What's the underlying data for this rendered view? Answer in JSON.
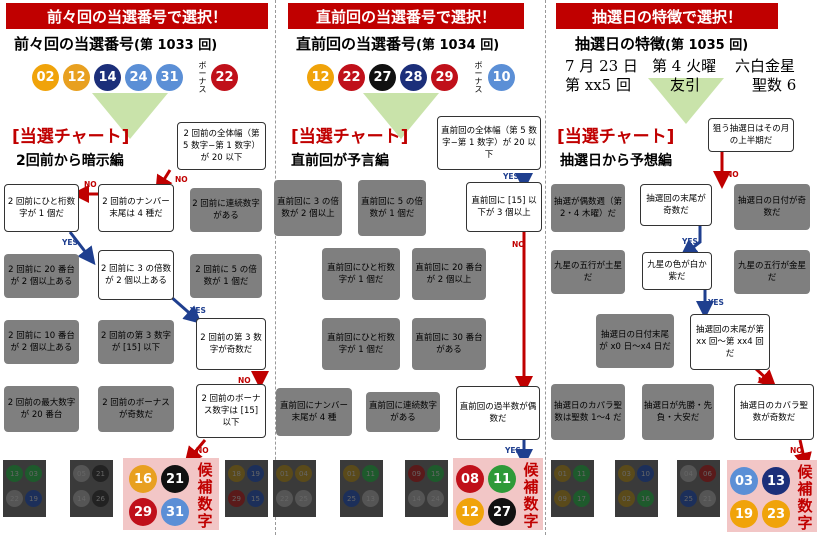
{
  "colors": {
    "red": "#c00000",
    "blue": "#1f3f8f",
    "green_triangle": "#c9e3aa",
    "gray_box": "#7f7f7f",
    "yellow": "#f0a30a",
    "orange": "#e8a020",
    "navy": "#1c2f7a",
    "light_blue": "#5b8fd6",
    "black": "#111111",
    "dark_red": "#c0101a",
    "green": "#2e9a38",
    "pink_bg": "#f2c6c6"
  },
  "yes": "YES",
  "no": "NO",
  "col1": {
    "banner": "前々回の当選番号で選択！",
    "title": "前々回の当選番号",
    "round": "(第 1033 回)",
    "balls": [
      "02",
      "12",
      "14",
      "24",
      "31"
    ],
    "bonus_label": "ボーナス",
    "bonus": "22",
    "chart_heading": "[当選チャート]",
    "sub_heading": "2回前から暗示編",
    "top_box": "2 回前の全体幅（第 5 数字−第 1 数字）が 20 以下",
    "row1_left": "2 回前にひと桁数字が 1 個だ",
    "row1_mid": "2 回前のナンバー末尾は 4 種だ",
    "row1_right": "2 回前に連続数字がある",
    "row2_left": "2 回前に 20 番台が 2 個以上ある",
    "row2_mid": "2 回前に 3 の倍数が 2 個以上ある",
    "row2_right": "2 回前に 5 の倍数が 1 個だ",
    "row3_left": "2 回前に 10 番台が 2 個以上ある",
    "row3_mid": "2 回前の第 3 数字が [15] 以下",
    "row3_right": "2 回前の第 3 数字が奇数だ",
    "row4_left": "2 回前の最大数字が 20 番台",
    "row4_mid": "2 回前のボーナスが奇数だ",
    "row4_right": "2 回前のボーナス数字は [15] 以下",
    "dim_sq1": [
      "13",
      "03",
      "22",
      "19"
    ],
    "dim_sq2": [
      "05",
      "21",
      "14",
      "26"
    ],
    "dim_sq4": [
      "18",
      "19",
      "29",
      "15"
    ],
    "cand_label": "候補数字",
    "cand": [
      "16",
      "21",
      "29",
      "31"
    ]
  },
  "col2": {
    "banner": "直前回の当選番号で選択！",
    "title": "直前回の当選番号",
    "round": "(第 1034 回)",
    "balls": [
      "12",
      "22",
      "27",
      "28",
      "29"
    ],
    "bonus_label": "ボーナス",
    "bonus": "10",
    "chart_heading": "[当選チャート]",
    "sub_heading": "直前回が予言編",
    "top_box": "直前回の全体幅（第 5 数字−第 1 数字）が 20 以下",
    "row1_left": "直前回に 3 の倍数が 2 個以上",
    "row1_mid": "直前回に 5 の倍数が 1 個だ",
    "row1_right": "直前回に [15] 以下が 3 個以上",
    "row2_left": "直前回にひと桁数字が 1 個だ",
    "row2_mid": "直前回に 20 番台が 2 個以上",
    "row3_left": "直前回にひと桁数字が 1 個だ",
    "row3_mid": "直前回に 30 番台がある",
    "row4_left": "直前回にナンバー末尾が 4 種",
    "row4_mid": "直前回に連続数字がある",
    "row4_right": "直前回の過半数が偶数だ",
    "dim_sq1": [
      "01",
      "04",
      "22",
      "25"
    ],
    "dim_sq2": [
      "01",
      "11",
      "25",
      "13"
    ],
    "dim_sq3": [
      "09",
      "15",
      "14",
      "24"
    ],
    "cand_label": "候補数字",
    "cand": [
      "08",
      "11",
      "12",
      "27"
    ]
  },
  "col3": {
    "banner": "抽選日の特徴で選択！",
    "title": "抽選日の特徴",
    "round": "(第 1035 回)",
    "info1": "7 月 23 日",
    "info2": "第 4 火曜",
    "info3": "六白金星",
    "info4": "第 xx5 回",
    "info5": "友引",
    "info6": "聖数 6",
    "chart_heading": "[当選チャート]",
    "sub_heading": "抽選日から予想編",
    "top_box": "狙う抽選日はその月の上半期だ",
    "row1_left": "抽選が偶数週（第 2・4 木曜）だ",
    "row1_mid": "抽選回の末尾が奇数だ",
    "row1_right": "抽選日の日付が奇数だ",
    "row2_left": "九星の五行が土星だ",
    "row2_mid": "九星の色が白か紫だ",
    "row2_right": "九星の五行が金星だ",
    "row3_left": "抽選日の日付末尾が x0 日〜x4 日だ",
    "row3_right": "抽選回の末尾が第 xx 回〜第 xx4 回だ",
    "row4_left": "抽選日のカパラ聖数は聖数 1〜4 だ",
    "row4_mid": "抽選日が先勝・先負・大安だ",
    "row4_right": "抽選日のカバラ聖数が奇数だ",
    "dim_sq1": [
      "01",
      "11",
      "09",
      "17"
    ],
    "dim_sq2": [
      "03",
      "10",
      "02",
      "16"
    ],
    "dim_sq3": [
      "04",
      "06",
      "25",
      "21"
    ],
    "cand_label": "候補数字",
    "cand": [
      "03",
      "13",
      "19",
      "23"
    ]
  }
}
